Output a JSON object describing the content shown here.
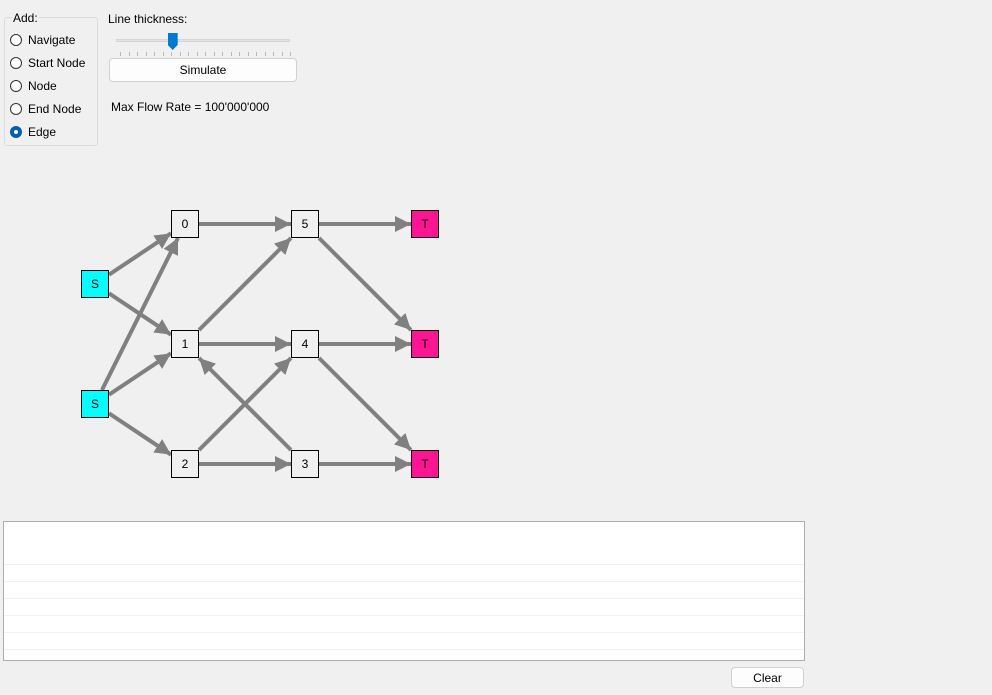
{
  "add_group": {
    "label": "Add:",
    "options": [
      {
        "label": "Navigate",
        "checked": false
      },
      {
        "label": "Start Node",
        "checked": false
      },
      {
        "label": "Node",
        "checked": false
      },
      {
        "label": "End Node",
        "checked": false
      },
      {
        "label": "Edge",
        "checked": true
      }
    ]
  },
  "line_thickness": {
    "label": "Line thickness:",
    "value": 0.31,
    "tick_count": 20
  },
  "simulate_button": {
    "label": "Simulate"
  },
  "max_flow_text": "Max Flow Rate = 100'000'000",
  "graph": {
    "colors": {
      "start": "#00ffff",
      "end": "#ff1493",
      "node": "#f0f0f0",
      "edge": "#808080"
    },
    "nodes": [
      {
        "id": "S1",
        "label": "S",
        "kind": "start"
      },
      {
        "id": "S2",
        "label": "S",
        "kind": "start"
      },
      {
        "id": "0",
        "label": "0",
        "kind": "node"
      },
      {
        "id": "1",
        "label": "1",
        "kind": "node"
      },
      {
        "id": "2",
        "label": "2",
        "kind": "node"
      },
      {
        "id": "5",
        "label": "5",
        "kind": "node"
      },
      {
        "id": "4",
        "label": "4",
        "kind": "node"
      },
      {
        "id": "3",
        "label": "3",
        "kind": "node"
      },
      {
        "id": "T1",
        "label": "T",
        "kind": "end"
      },
      {
        "id": "T2",
        "label": "T",
        "kind": "end"
      },
      {
        "id": "T3",
        "label": "T",
        "kind": "end"
      }
    ],
    "edges": [
      {
        "from": "S1",
        "to": "0"
      },
      {
        "from": "S1",
        "to": "1"
      },
      {
        "from": "S2",
        "to": "0"
      },
      {
        "from": "S2",
        "to": "1"
      },
      {
        "from": "S2",
        "to": "2"
      },
      {
        "from": "0",
        "to": "5"
      },
      {
        "from": "1",
        "to": "5"
      },
      {
        "from": "1",
        "to": "4"
      },
      {
        "from": "2",
        "to": "4"
      },
      {
        "from": "2",
        "to": "3"
      },
      {
        "from": "3",
        "to": "1"
      },
      {
        "from": "5",
        "to": "T1"
      },
      {
        "from": "5",
        "to": "T2"
      },
      {
        "from": "4",
        "to": "T2"
      },
      {
        "from": "4",
        "to": "T3"
      },
      {
        "from": "3",
        "to": "T3"
      }
    ]
  },
  "log_list": {
    "rows": []
  },
  "clear_button": {
    "label": "Clear"
  }
}
